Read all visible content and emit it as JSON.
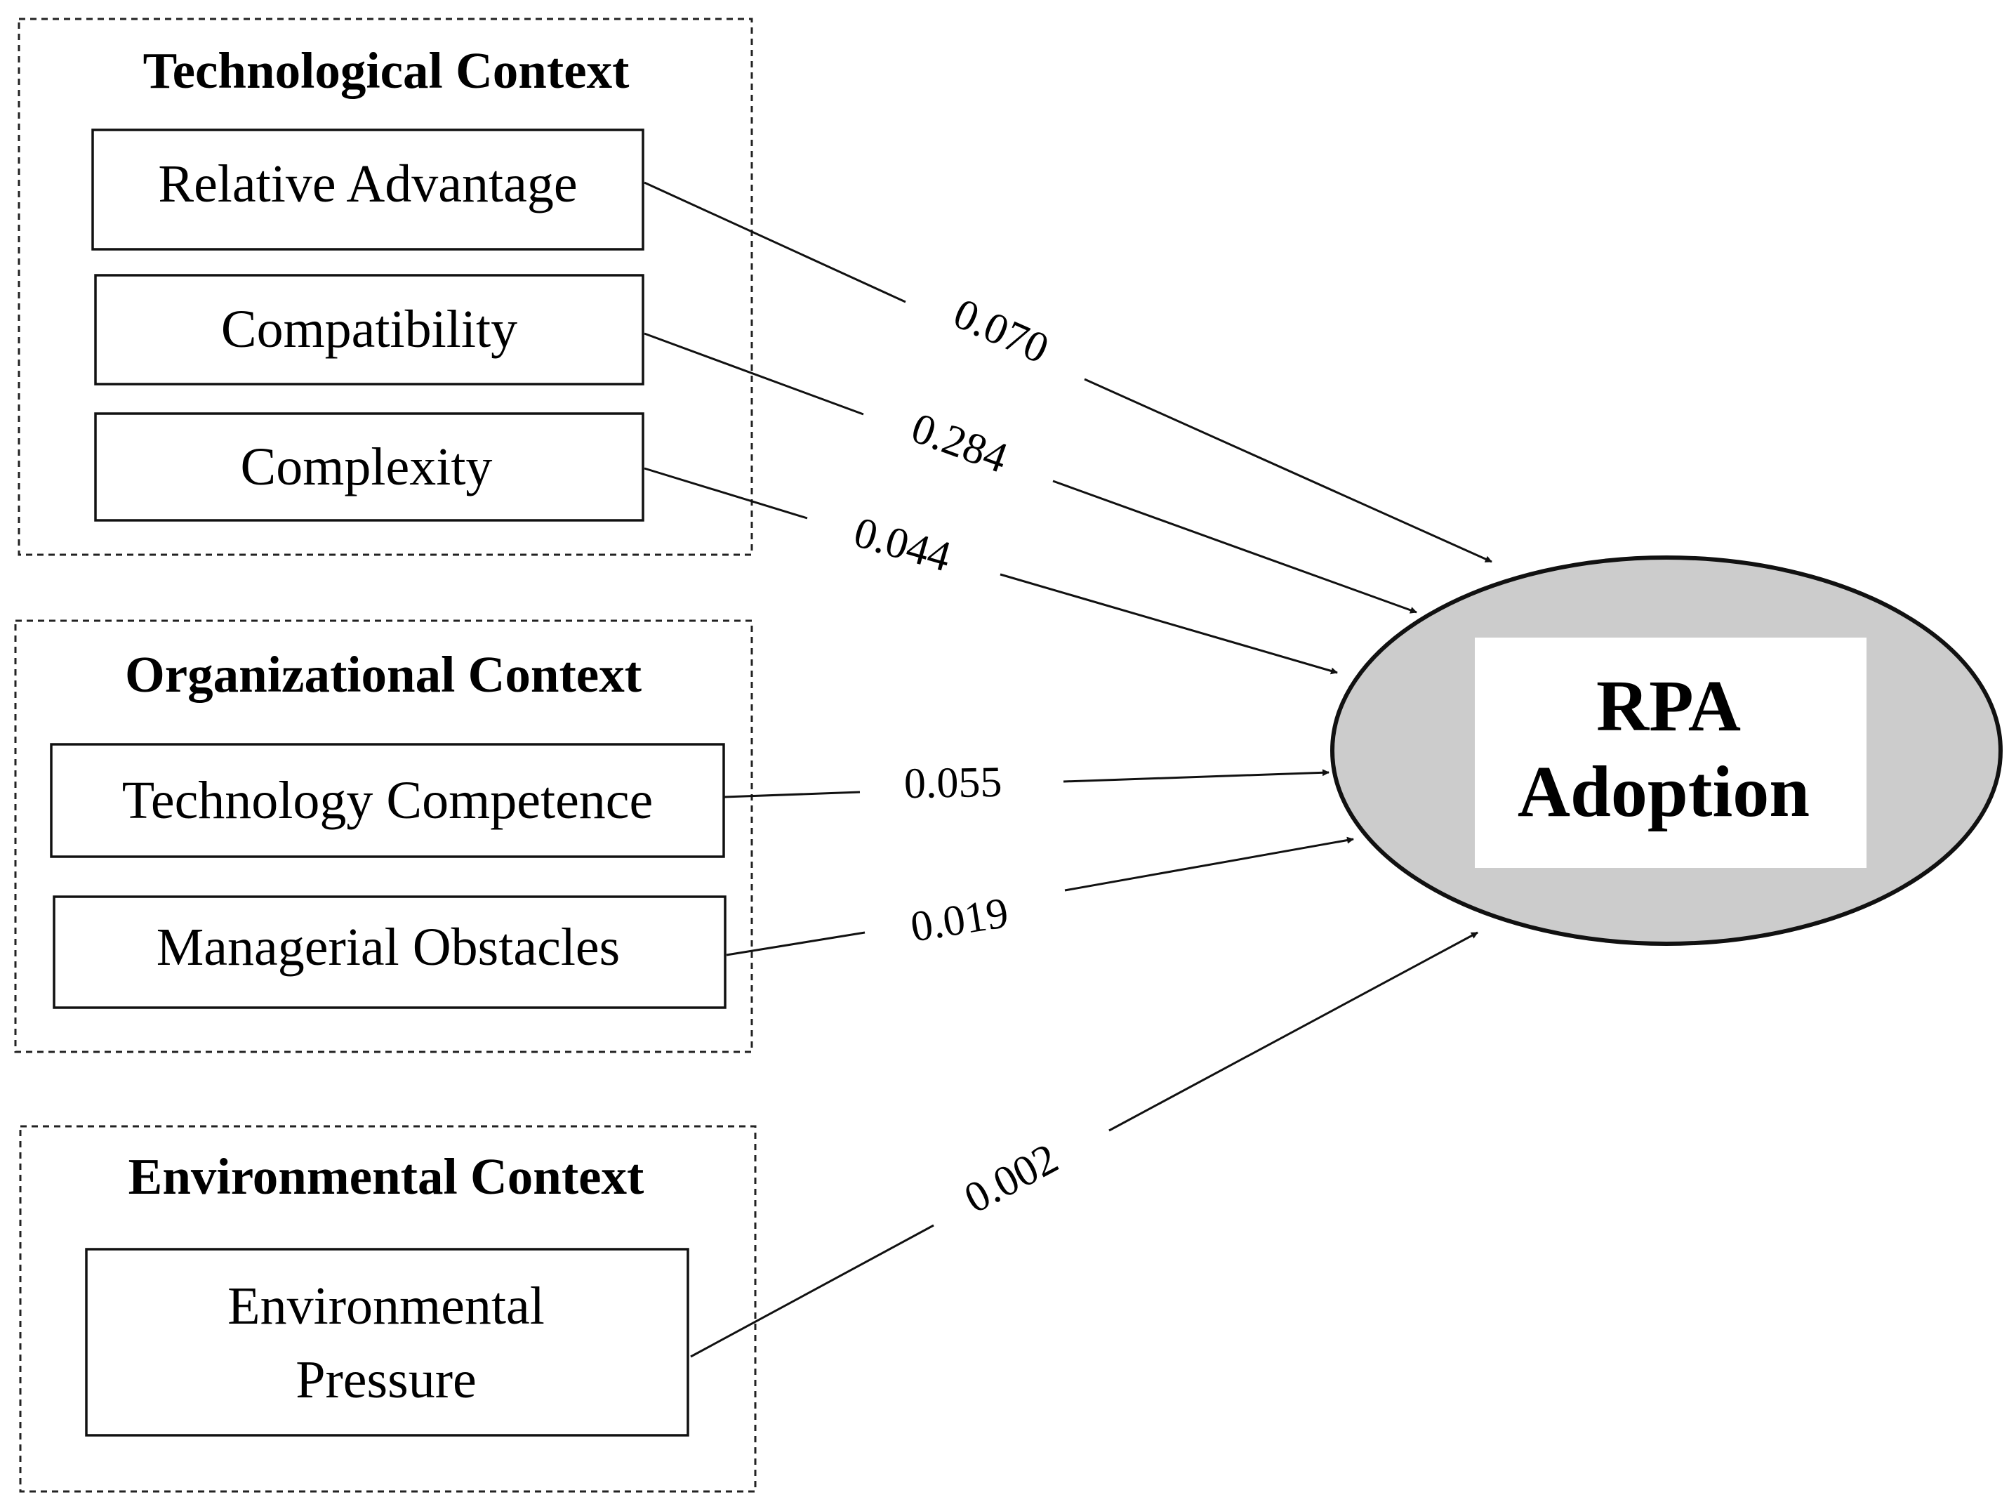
{
  "contexts": {
    "technological": {
      "title": "Technological Context",
      "relative_advantage": "Relative Advantage",
      "compatibility": "Compatibility",
      "complexity": "Complexity"
    },
    "organizational": {
      "title": "Organizational Context",
      "technology_competence": "Technology Competence",
      "managerial_obstacles": "Managerial Obstacles"
    },
    "environmental": {
      "title": "Environmental Context",
      "environmental_pressure_line1": "Environmental",
      "environmental_pressure_line2": "Pressure"
    }
  },
  "outcome": {
    "line1": "RPA",
    "line2": "Adoption"
  },
  "path_coefficients": {
    "relative_advantage": "0.070",
    "compatibility": "0.284",
    "complexity": "0.044",
    "technology_competence": "0.055",
    "managerial_obstacles": "0.019",
    "environmental_pressure": "0.002"
  },
  "colors": {
    "outcome_fill": "#cccccc",
    "stroke": "#111111"
  }
}
